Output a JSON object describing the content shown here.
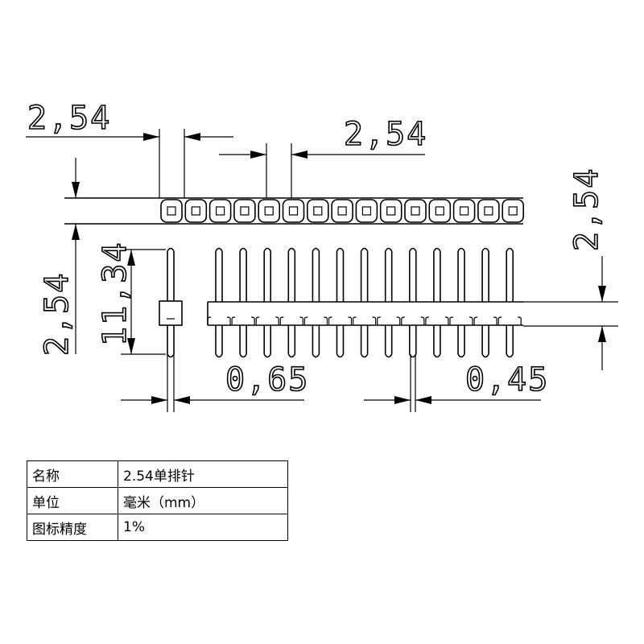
{
  "dimensions": {
    "top_pitch_left": "2,54",
    "top_pitch_center": "2,54",
    "right_height": "2,54",
    "left_height": "2,54",
    "pin_length": "11,34",
    "pin_width_left": "0,65",
    "pin_width_right": "0,45"
  },
  "spec_table": {
    "rows": [
      {
        "key": "名称",
        "value": "2.54单排针"
      },
      {
        "key": "单位",
        "value": "毫米（mm）"
      },
      {
        "key": "图标精度",
        "value": "1%"
      }
    ]
  }
}
